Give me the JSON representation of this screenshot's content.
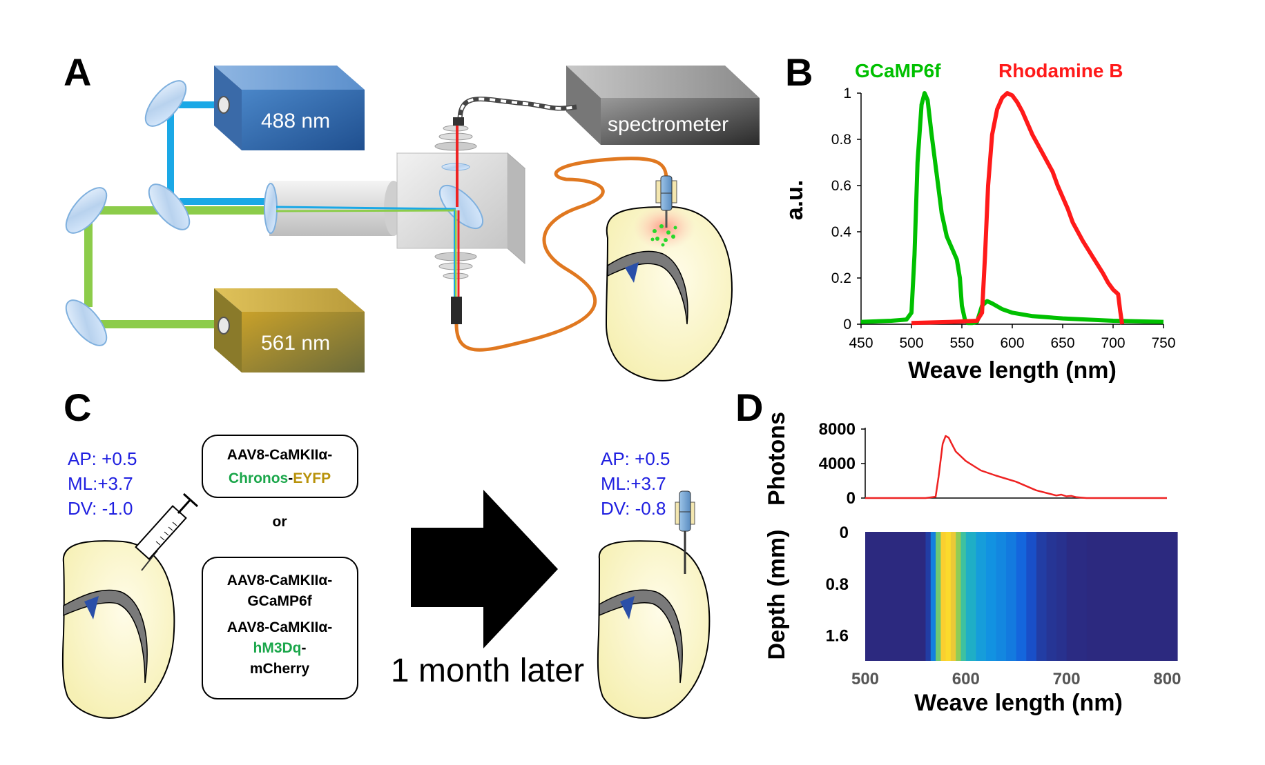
{
  "panels": {
    "a": "A",
    "b": "B",
    "c": "C",
    "d": "D"
  },
  "panel_a": {
    "laser_488": "488 nm",
    "laser_561": "561 nm",
    "spectrometer": "spectrometer"
  },
  "panel_c": {
    "coords_left": [
      "AP: +0.5",
      "ML:+3.7",
      "DV: -1.0"
    ],
    "coords_right": [
      "AP: +0.5",
      "ML:+3.7",
      "DV: -0.8"
    ],
    "vector1": {
      "line1": "AAV8-CaMKIIα-",
      "part_a": "Chronos",
      "sep": "-",
      "part_b": "EYFP"
    },
    "or_text": "or",
    "vector2": {
      "line1": "AAV8-CaMKIIα-",
      "line2": "GCaMP6f",
      "line3": "AAV8-CaMKIIα-",
      "line4": "hM3Dq",
      "line4_suffix": "-",
      "line5": "mCherry"
    },
    "arrow_text": "1 month later"
  },
  "colors": {
    "gcamp": "#00c000",
    "rhodamine": "#ff1a1a",
    "blue_text": "#1f1fe0",
    "chronos_green": "#1aa64a",
    "eyfp_gold": "#b8920a",
    "mcherry_red": "#ee1c24",
    "blue_beam": "#1aa8e6",
    "green_beam": "#8ccc4a",
    "fiber_orange": "#e07820"
  },
  "chart_data": [
    {
      "type": "line",
      "panel": "B",
      "xlabel": "Weave length (nm)",
      "ylabel": "a.u.",
      "xlim": [
        450,
        750
      ],
      "ylim": [
        0,
        1
      ],
      "xticks": [
        450,
        500,
        550,
        600,
        650,
        700,
        750
      ],
      "yticks": [
        0,
        0.2,
        0.4,
        0.6,
        0.8,
        1
      ],
      "legend": "top",
      "series": [
        {
          "name": "GCaMP6f",
          "color": "#00c000",
          "x": [
            450,
            480,
            495,
            500,
            503,
            506,
            510,
            513,
            516,
            520,
            525,
            530,
            535,
            540,
            545,
            548,
            550,
            553,
            556,
            560,
            565,
            570,
            575,
            580,
            590,
            600,
            620,
            650,
            700,
            750
          ],
          "y": [
            0.01,
            0.015,
            0.02,
            0.05,
            0.3,
            0.7,
            0.95,
            1.0,
            0.97,
            0.82,
            0.65,
            0.48,
            0.38,
            0.33,
            0.28,
            0.2,
            0.08,
            0.02,
            0.005,
            0.005,
            0.01,
            0.08,
            0.1,
            0.09,
            0.065,
            0.05,
            0.035,
            0.025,
            0.015,
            0.01
          ]
        },
        {
          "name": "Rhodamine B",
          "color": "#ff1a1a",
          "x": [
            500,
            540,
            565,
            570,
            573,
            576,
            580,
            585,
            590,
            595,
            600,
            605,
            610,
            620,
            630,
            640,
            645,
            650,
            655,
            660,
            670,
            680,
            690,
            695,
            700,
            705,
            707,
            709
          ],
          "y": [
            0.005,
            0.01,
            0.015,
            0.05,
            0.3,
            0.6,
            0.82,
            0.93,
            0.98,
            1.0,
            0.99,
            0.96,
            0.92,
            0.82,
            0.74,
            0.66,
            0.6,
            0.55,
            0.5,
            0.44,
            0.36,
            0.29,
            0.22,
            0.18,
            0.15,
            0.13,
            0.06,
            0.0
          ]
        }
      ]
    },
    {
      "type": "line",
      "panel": "D-top",
      "ylabel": "Photons",
      "xlim": [
        500,
        800
      ],
      "ylim": [
        0,
        8000
      ],
      "yticks": [
        0,
        4000,
        8000
      ],
      "series": [
        {
          "name": "",
          "color": "#ee2222",
          "x": [
            500,
            560,
            570,
            573,
            577,
            580,
            583,
            586,
            590,
            600,
            615,
            630,
            650,
            670,
            690,
            695,
            700,
            705,
            710,
            720,
            800
          ],
          "y": [
            0,
            0,
            150,
            2500,
            6300,
            7200,
            7000,
            6300,
            5400,
            4300,
            3200,
            2600,
            1900,
            900,
            300,
            400,
            200,
            250,
            100,
            0,
            0
          ]
        }
      ]
    },
    {
      "type": "heatmap",
      "panel": "D-bottom",
      "xlabel": "Weave length (nm)",
      "ylabel": "Depth (mm)",
      "xlim": [
        500,
        810
      ],
      "ylim": [
        0,
        2.0
      ],
      "xticks": [
        500,
        600,
        700,
        800
      ],
      "yticks": [
        0,
        0.8,
        1.6
      ],
      "x": [
        500,
        560,
        565,
        570,
        575,
        580,
        585,
        590,
        595,
        600,
        610,
        620,
        630,
        640,
        650,
        660,
        670,
        680,
        690,
        700,
        720,
        810
      ],
      "intensity": [
        0.0,
        0.0,
        0.2,
        0.55,
        0.85,
        0.95,
        0.92,
        0.8,
        0.68,
        0.58,
        0.5,
        0.45,
        0.42,
        0.38,
        0.33,
        0.25,
        0.14,
        0.06,
        0.06,
        0.02,
        0.0,
        0.0
      ]
    }
  ]
}
